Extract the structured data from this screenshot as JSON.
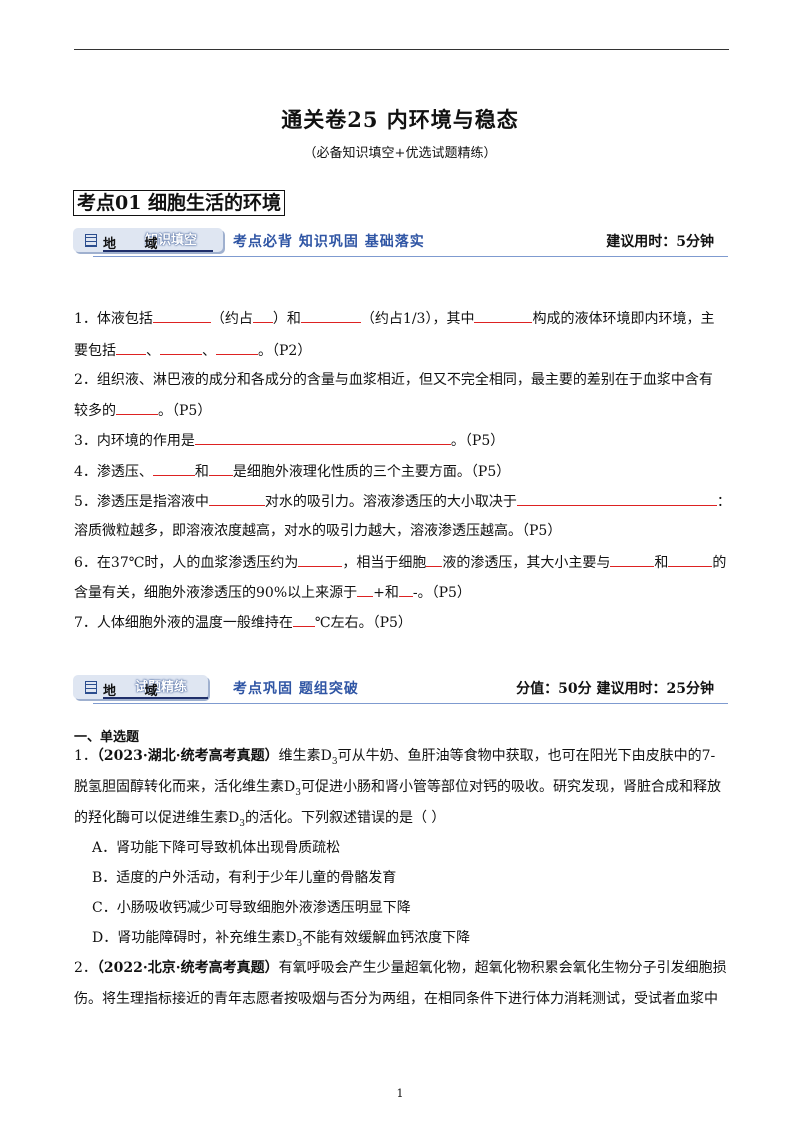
{
  "title": "通关卷25  内环境与稳态",
  "subtitle": "（必备知识填空+优选试题精练）",
  "kd_title": "考点01   细胞生活的环境",
  "banner1": {
    "tab": "知识填空",
    "label": "地  域",
    "motto": "考点必背  知识巩固  基础落实",
    "right": "建议用时：5分钟"
  },
  "banner2": {
    "tab": "试题精练",
    "label": "地  域",
    "motto": "考点巩固  题组突破",
    "right": "分值：50分    建议用时：25分钟"
  },
  "fill": {
    "q1a": "1．体液包括",
    "q1b": "（约占",
    "q1c": "）和",
    "q1d": "（约占1/3），其中",
    "q1e": "构成的液体环境即内环境，主",
    "q1f": "要包括",
    "q1g": "、",
    "q1h": "、",
    "q1i": "。（P2）",
    "q2a": "2．组织液、淋巴液的成分和各成分的含量与血浆相近，但又不完全相同，最主要的差别在于血浆中含有",
    "q2b": "较多的",
    "q2c": "。（P5）",
    "q3a": "3．内环境的作用是",
    "q3b": "。（P5）",
    "q4a": "4．渗透压、",
    "q4b": "和",
    "q4c": "是细胞外液理化性质的三个主要方面。（P5）",
    "q5a": "5．渗透压是指溶液中",
    "q5b": "对水的吸引力。溶液渗透压的大小取决于",
    "q5c": "：",
    "q5d": "溶质微粒越多，即溶液浓度越高，对水的吸引力越大，溶液渗透压越高。（P5）",
    "q6a": "6．在37℃时，人的血浆渗透压约为",
    "q6b": "，相当于细胞",
    "q6c": "液的渗透压，其大小主要与",
    "q6d": "和",
    "q6e": "的",
    "q6f": "含量有关，细胞外液渗透压的90%以上来源于",
    "q6g": "+和",
    "q6h": "-。（P5）",
    "q7a": "7．人体细胞外液的温度一般维持在",
    "q7b": "℃左右。（P5）"
  },
  "section_head": "一、单选题",
  "q1": {
    "num": "1．",
    "src": "（2023·湖北·统考高考真题）",
    "l1": "维生素D",
    "l1b": "可从牛奶、鱼肝油等食物中获取，也可在阳光下由皮肤中的7-",
    "l2a": "脱氢胆固醇转化而来，活化维生素D",
    "l2b": "可促进小肠和肾小管等部位对钙的吸收。研究发现，肾脏合成和释放",
    "l3a": "的羟化酶可以促进维生素D",
    "l3b": "的活化。下列叙述错误的是（        ）",
    "sub3": "3",
    "optA": "A．肾功能下降可导致机体出现骨质疏松",
    "optB": "B．适度的户外活动，有利于少年儿童的骨骼发育",
    "optC": "C．小肠吸收钙减少可导致细胞外液渗透压明显下降",
    "optD1": "D．肾功能障碍时，补充维生素D",
    "optD2": "不能有效缓解血钙浓度下降"
  },
  "q2": {
    "num": "2．",
    "src": "（2022·北京·统考高考真题）",
    "l1": "有氧呼吸会产生少量超氧化物，超氧化物积累会氧化生物分子引发细胞损",
    "l2": "伤。将生理指标接近的青年志愿者按吸烟与否分为两组，在相同条件下进行体力消耗测试，受试者血浆中"
  },
  "page_number": "1"
}
